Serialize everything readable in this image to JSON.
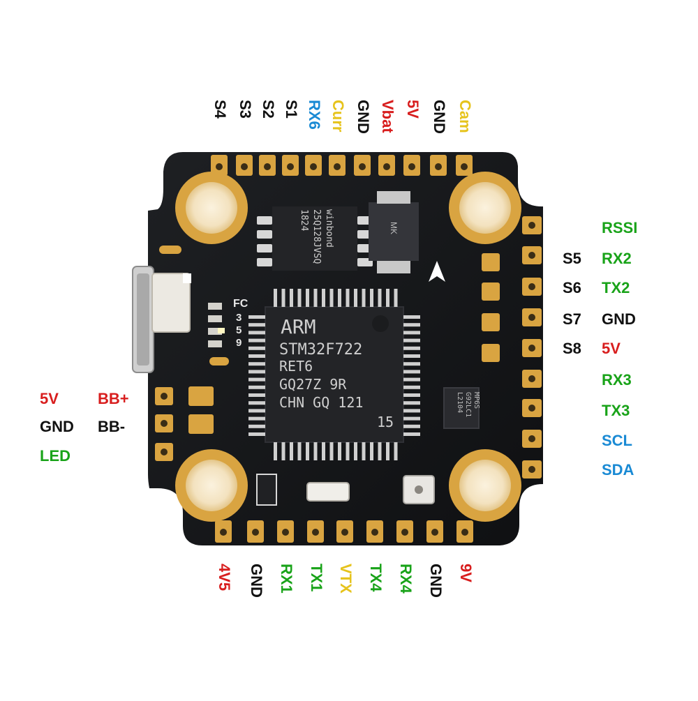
{
  "colors": {
    "black": "#111111",
    "red": "#d81e1e",
    "green": "#19a319",
    "blue": "#1a8ad4",
    "yellow": "#e6c31c",
    "board": "#141517",
    "gold": "#d9a441"
  },
  "labels": {
    "top": [
      {
        "text": "S4",
        "color": "black"
      },
      {
        "text": "S3",
        "color": "black"
      },
      {
        "text": "S2",
        "color": "black"
      },
      {
        "text": "S1",
        "color": "black"
      },
      {
        "text": "RX6",
        "color": "blue"
      },
      {
        "text": "Curr",
        "color": "yellow"
      },
      {
        "text": "GND",
        "color": "black"
      },
      {
        "text": "Vbat",
        "color": "red"
      },
      {
        "text": "5V",
        "color": "red"
      },
      {
        "text": "GND",
        "color": "black"
      },
      {
        "text": "Cam",
        "color": "yellow"
      }
    ],
    "bottom": [
      {
        "text": "4V5",
        "color": "red"
      },
      {
        "text": "GND",
        "color": "black"
      },
      {
        "text": "RX1",
        "color": "green"
      },
      {
        "text": "TX1",
        "color": "green"
      },
      {
        "text": "VTX",
        "color": "yellow"
      },
      {
        "text": "TX4",
        "color": "green"
      },
      {
        "text": "RX4",
        "color": "green"
      },
      {
        "text": "GND",
        "color": "black"
      },
      {
        "text": "9V",
        "color": "red"
      }
    ],
    "right_inner": [
      {
        "text": "S5",
        "color": "black"
      },
      {
        "text": "S6",
        "color": "black"
      },
      {
        "text": "S7",
        "color": "black"
      },
      {
        "text": "S8",
        "color": "black"
      }
    ],
    "right_outer": [
      {
        "text": "RSSI",
        "color": "green"
      },
      {
        "text": "RX2",
        "color": "green"
      },
      {
        "text": "TX2",
        "color": "green"
      },
      {
        "text": "GND",
        "color": "black"
      },
      {
        "text": "5V",
        "color": "red"
      },
      {
        "text": "RX3",
        "color": "green"
      },
      {
        "text": "TX3",
        "color": "green"
      },
      {
        "text": "SCL",
        "color": "blue"
      },
      {
        "text": "SDA",
        "color": "blue"
      }
    ],
    "left": {
      "five_v": "5V",
      "gnd": "GND",
      "led": "LED",
      "bb_plus": "BB+",
      "bb_minus": "BB-"
    }
  },
  "board": {
    "mcu_lines": [
      "ARM",
      "STM32F722",
      "RET6",
      "GQ27Z 9R",
      "CHN GQ 121",
      "15"
    ],
    "flash_lines": [
      "winbond",
      "25Q128JVSQ",
      "1824"
    ],
    "diode_mark": "MK",
    "imu_lines": [
      "MP6S",
      "G92LC1",
      "L2104"
    ],
    "fc_mark": "FC",
    "fc_digits": [
      "3",
      "5",
      "9"
    ]
  }
}
